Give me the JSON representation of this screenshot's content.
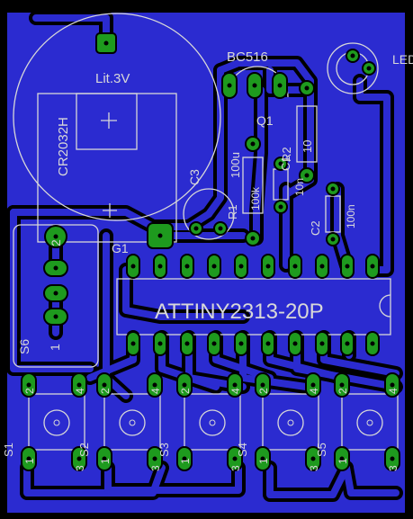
{
  "colors": {
    "background": "#000000",
    "copper_fill": "#2b2bd0",
    "trace_outline": "#000000",
    "pad": "#1e9a1e",
    "silkscreen": "#d8d8d8"
  },
  "labels": {
    "battery_voltage": "Lit.3V",
    "battery_holder": "CR2032H",
    "transistor_type": "BC516",
    "transistor_ref": "Q1",
    "led": "LED",
    "c3": "C3",
    "c3_value": "100u",
    "r1": "R1",
    "r1_value": "100k",
    "r2": "R2",
    "r2_value": "10",
    "c1": "C1",
    "c1_value": "10n",
    "c2": "C2",
    "c2_value": "100n",
    "g1": "G1",
    "mcu": "ATTINY2313-20P",
    "switch_s6": "S6",
    "s6_pin1": "1",
    "s6_pin2": "2",
    "switches": [
      "S1",
      "S2",
      "S3",
      "S4",
      "S5"
    ],
    "sw_pin_top_left": "2",
    "sw_pin_top_right": "4",
    "sw_pin_bottom_left": "1",
    "sw_pin_bottom_right": "3"
  }
}
